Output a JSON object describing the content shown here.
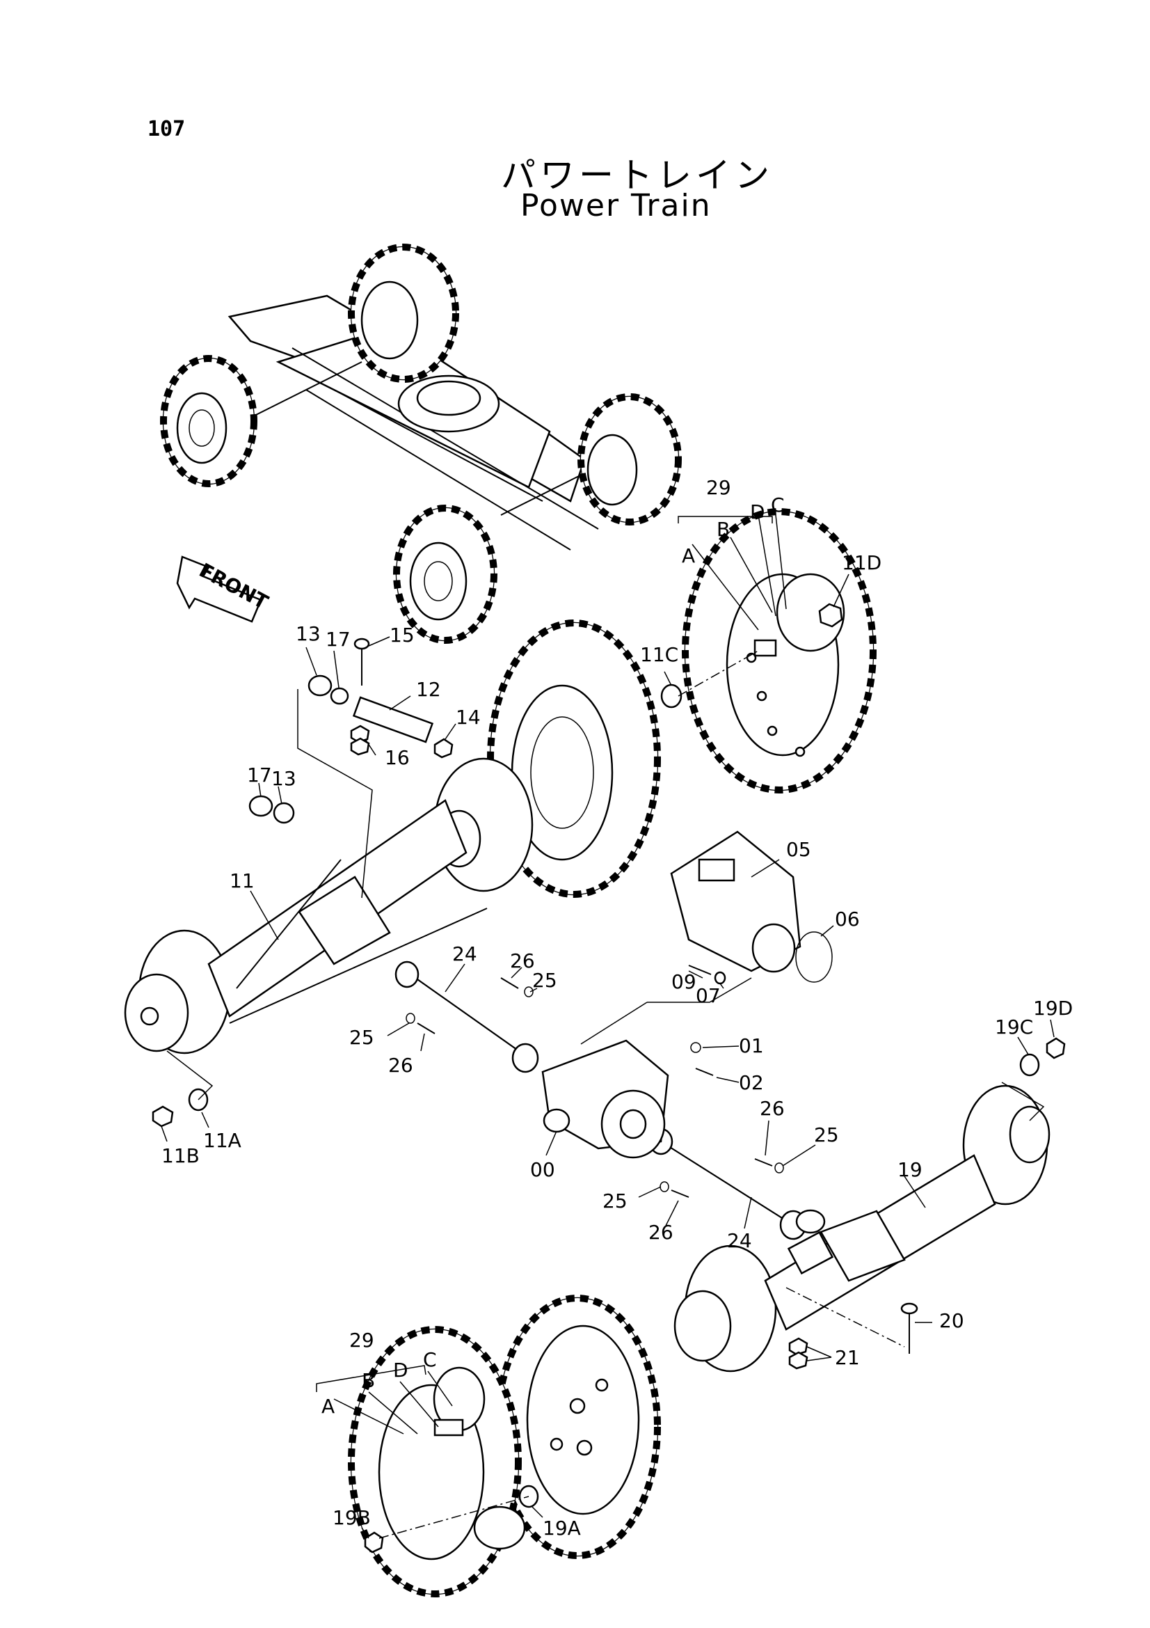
{
  "header": {
    "page_number": "107",
    "title_ja": "パワートレイン",
    "title_en": "Power Train"
  },
  "diagram": {
    "front_arrow": "FRONT",
    "callouts": {
      "c29a": "29",
      "c29b": "29",
      "cA1": "A",
      "cB1": "B",
      "cC1": "C",
      "cD1": "D",
      "cA2": "A",
      "cB2": "B",
      "cC2": "C",
      "cD2": "D",
      "c11D": "11D",
      "c11C": "11C",
      "c11": "11",
      "c11A": "11A",
      "c11B": "11B",
      "c12": "12",
      "c13a": "13",
      "c13b": "13",
      "c14": "14",
      "c15": "15",
      "c16": "16",
      "c17a": "17",
      "c17b": "17",
      "c05": "05",
      "c06": "06",
      "c07": "07",
      "c09": "09",
      "c24a": "24",
      "c24b": "24",
      "c25a": "25",
      "c25b": "25",
      "c25c": "25",
      "c25d": "25",
      "c26a": "26",
      "c26b": "26",
      "c26c": "26",
      "c26d": "26",
      "c01": "01",
      "c02": "02",
      "c00": "00",
      "c19": "19",
      "c19A": "19A",
      "c19B": "19B",
      "c19C": "19C",
      "c19D": "19D",
      "c20": "20",
      "c21": "21"
    }
  }
}
